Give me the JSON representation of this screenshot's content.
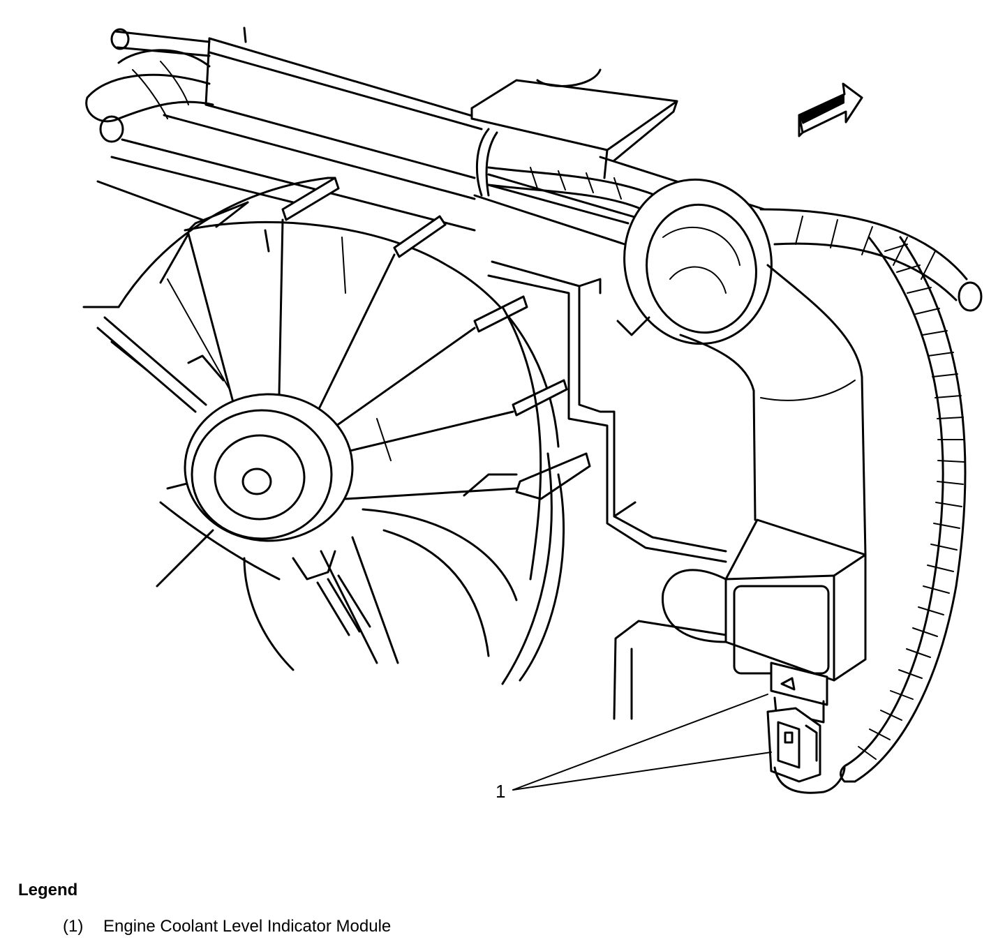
{
  "callout_label": "1",
  "legend": {
    "title": "Legend",
    "items": [
      {
        "number": "(1)",
        "label": "Engine Coolant Level Indicator Module"
      }
    ]
  },
  "icons": [
    "direction-arrow-icon"
  ]
}
